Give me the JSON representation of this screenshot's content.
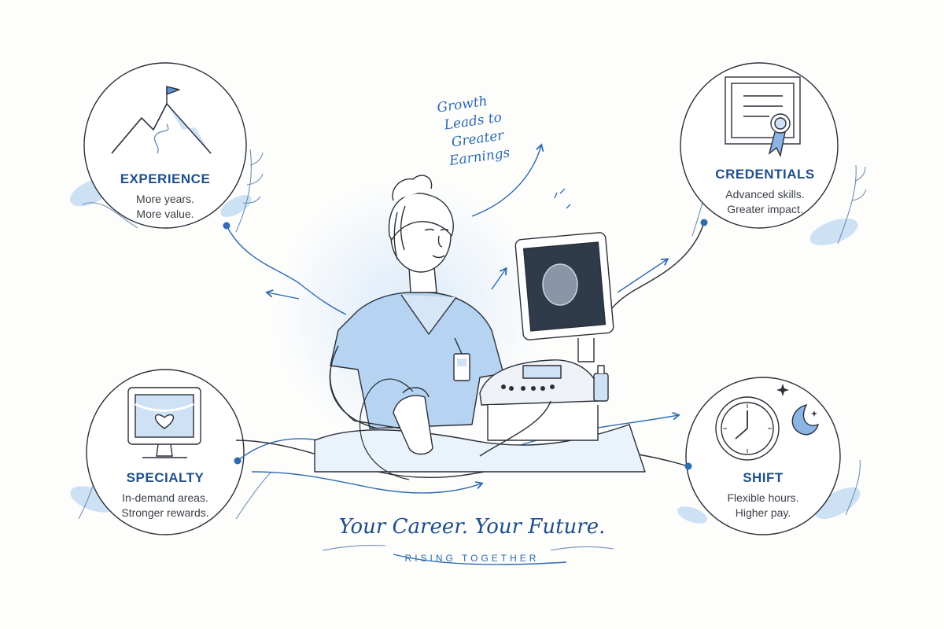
{
  "header_note": {
    "lines": [
      "Growth",
      "Leads to",
      "Greater",
      "Earnings"
    ]
  },
  "nodes": [
    {
      "key": "experience",
      "title": "EXPERIENCE",
      "line1": "More years.",
      "line2": "More value.",
      "icon": "mountain-flag-icon"
    },
    {
      "key": "credentials",
      "title": "CREDENTIALS",
      "line1": "Advanced skills.",
      "line2": "Greater impact.",
      "icon": "certificate-ribbon-icon"
    },
    {
      "key": "specialty",
      "title": "SPECIALTY",
      "line1": "In-demand areas.",
      "line2": "Stronger rewards.",
      "icon": "ultrasound-monitor-heart-icon"
    },
    {
      "key": "shift",
      "title": "SHIFT",
      "line1": "Flexible hours.",
      "line2": "Higher pay.",
      "icon": "clock-moon-icon"
    }
  ],
  "footer": {
    "headline": "Your Career. Your Future.",
    "tagline": "RISING TOGETHER"
  },
  "colors": {
    "accent": "#2e6bb0",
    "title": "#1f4f8c",
    "wash": "#bcd7f2",
    "ink": "#2a2f38"
  }
}
